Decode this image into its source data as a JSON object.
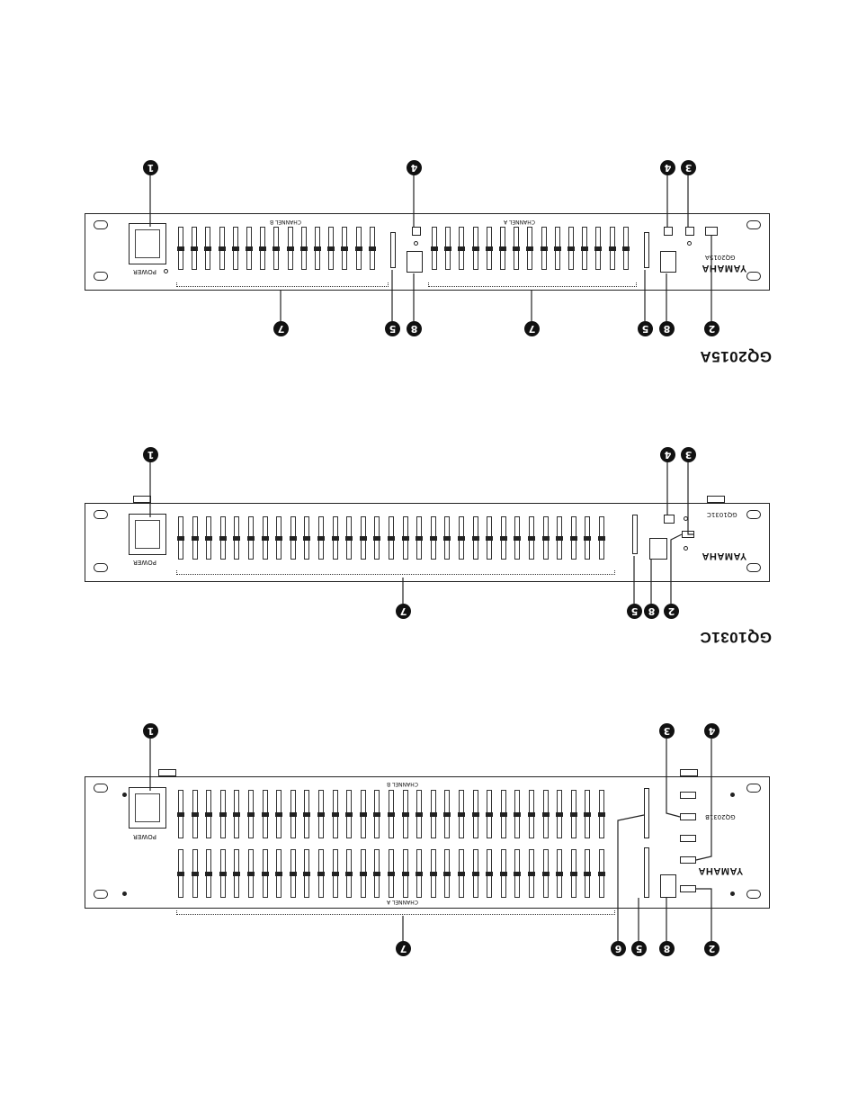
{
  "figure": {
    "models": [
      {
        "id": "gq2015a",
        "title": "GQ2015A",
        "brand": "YAMAHA",
        "model_label": "GQ2015A",
        "channel_labels": [
          "CHANNEL A",
          "CHANNEL B"
        ],
        "power_label": "POWER",
        "callouts": [
          "1",
          "4",
          "4",
          "3",
          "7",
          "5",
          "8",
          "7",
          "5",
          "8",
          "2"
        ]
      },
      {
        "id": "gq1031c",
        "title": "GQ1031C",
        "brand": "YAMAHA",
        "model_label": "GQ1031C",
        "channel_labels": [],
        "power_label": "POWER",
        "callouts": [
          "1",
          "4",
          "3",
          "7",
          "5",
          "8",
          "2"
        ]
      },
      {
        "id": "gq2031b",
        "title": "",
        "brand": "YAMAHA",
        "model_label": "GQ2031B",
        "channel_labels": [
          "CHANNEL B",
          "CHANNEL A"
        ],
        "power_label": "POWER",
        "callouts": [
          "1",
          "3",
          "4",
          "7",
          "6",
          "5",
          "8",
          "2"
        ]
      }
    ]
  }
}
